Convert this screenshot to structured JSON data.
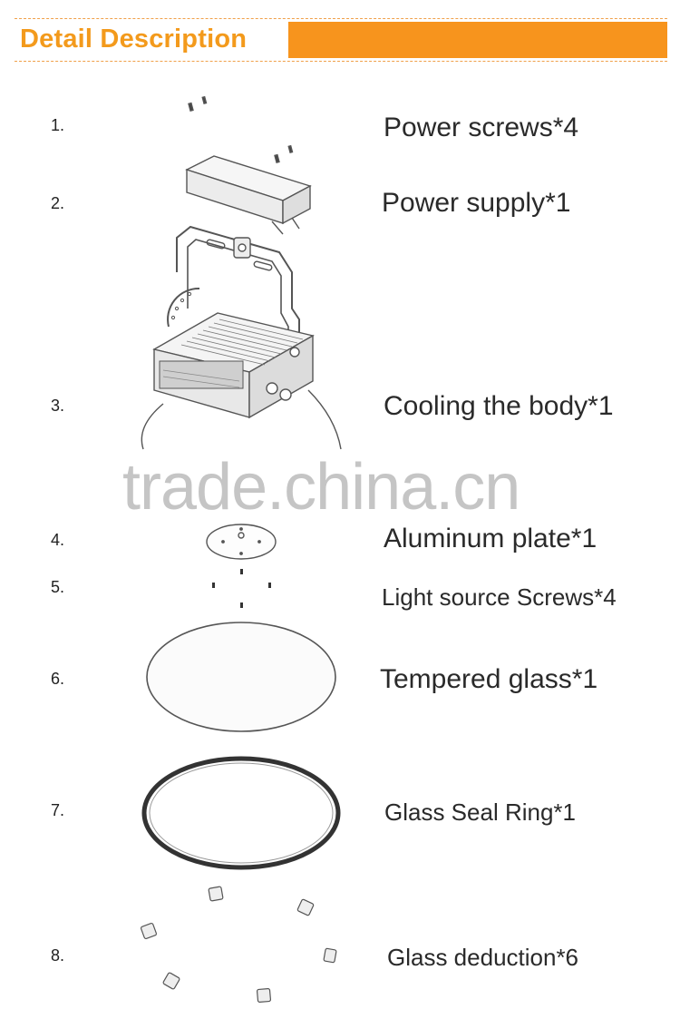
{
  "header": {
    "title": "Detail Description",
    "accent": "#f7941d"
  },
  "items": [
    {
      "num": "1.",
      "label": "Power screws*4"
    },
    {
      "num": "2.",
      "label": "Power supply*1"
    },
    {
      "num": "3.",
      "label": "Cooling the body*1"
    },
    {
      "num": "4.",
      "label": "Aluminum plate*1"
    },
    {
      "num": "5.",
      "label": "Light source Screws*4"
    },
    {
      "num": "6.",
      "label": "Tempered glass*1"
    },
    {
      "num": "7.",
      "label": "Glass Seal Ring*1"
    },
    {
      "num": "8.",
      "label": "Glass deduction*6"
    }
  ],
  "watermark": "trade.china.cn"
}
